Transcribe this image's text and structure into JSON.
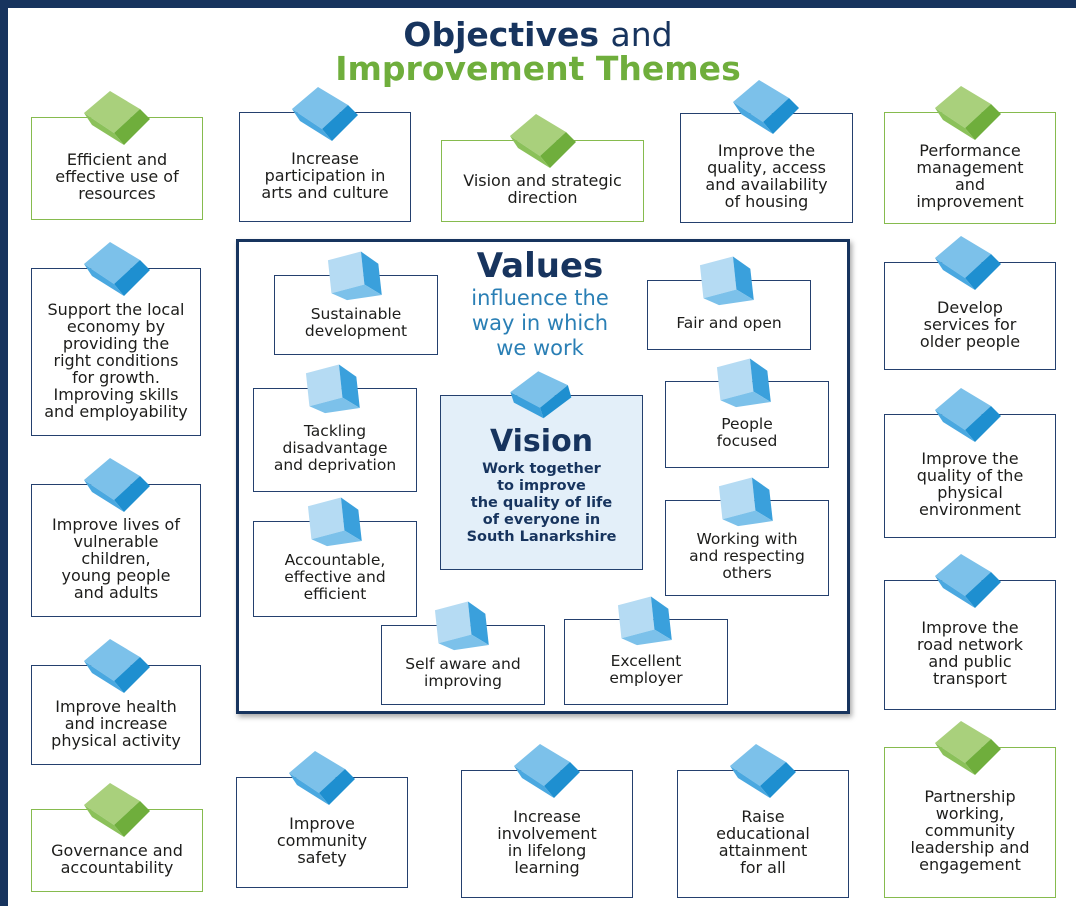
{
  "title": {
    "line1_bold": "Objectives",
    "line1_rest": "and",
    "line2": "Improvement Themes"
  },
  "colors": {
    "navy": "#17345e",
    "green": "#6fae3c",
    "blue_cube": "#3aa0dc",
    "green_cube": "#7cb548",
    "light_cube": "#9ccbec"
  },
  "objectives": [
    {
      "id": "o1",
      "label": "Efficient and\neffective use of\nresources",
      "theme": "green"
    },
    {
      "id": "o2",
      "label": "Increase\nparticipation in\narts and culture",
      "theme": "blue"
    },
    {
      "id": "o3",
      "label": "Vision and strategic\ndirection",
      "theme": "green"
    },
    {
      "id": "o4",
      "label": "Improve the\nquality, access\nand availability\nof housing",
      "theme": "blue"
    },
    {
      "id": "o5",
      "label": "Performance\nmanagement\nand\nimprovement",
      "theme": "green"
    },
    {
      "id": "o6",
      "label": "Support the local\neconomy by\nproviding the\nright conditions\nfor growth.\nImproving skills\nand employability",
      "theme": "blue"
    },
    {
      "id": "o7",
      "label": "Develop\nservices for\nolder people",
      "theme": "blue"
    },
    {
      "id": "o8",
      "label": "Improve lives of\nvulnerable\nchildren,\nyoung people\nand adults",
      "theme": "blue"
    },
    {
      "id": "o9",
      "label": "Improve the\nquality of the\nphysical\nenvironment",
      "theme": "blue"
    },
    {
      "id": "o10",
      "label": "Improve health\nand increase\nphysical activity",
      "theme": "blue"
    },
    {
      "id": "o11",
      "label": "Improve the\nroad network\nand public\ntransport",
      "theme": "blue"
    },
    {
      "id": "o12",
      "label": "Governance and\naccountability",
      "theme": "green"
    },
    {
      "id": "o13",
      "label": "Improve\ncommunity\nsafety",
      "theme": "blue"
    },
    {
      "id": "o14",
      "label": "Increase\ninvolvement\nin lifelong\nlearning",
      "theme": "blue"
    },
    {
      "id": "o15",
      "label": "Raise\neducational\nattainment\nfor all",
      "theme": "blue"
    },
    {
      "id": "o16",
      "label": "Partnership\nworking,\ncommunity\nleadership and\nengagement",
      "theme": "green"
    }
  ],
  "values_panel": {
    "title": "Values",
    "subtitle": "influence the\nway in which\nwe work",
    "items": [
      {
        "id": "v1",
        "label": "Sustainable\ndevelopment"
      },
      {
        "id": "v2",
        "label": "Fair and open"
      },
      {
        "id": "v3",
        "label": "Tackling\ndisadvantage\nand deprivation"
      },
      {
        "id": "v4",
        "label": "People\nfocused"
      },
      {
        "id": "v5",
        "label": "Working with\nand respecting\nothers"
      },
      {
        "id": "v6",
        "label": "Accountable,\neffective and\nefficient"
      },
      {
        "id": "v7",
        "label": "Self aware and\nimproving"
      },
      {
        "id": "v8",
        "label": "Excellent\nemployer"
      }
    ]
  },
  "vision": {
    "title": "Vision",
    "text": "Work together\nto improve\nthe quality of life\nof everyone in\nSouth Lanarkshire"
  }
}
